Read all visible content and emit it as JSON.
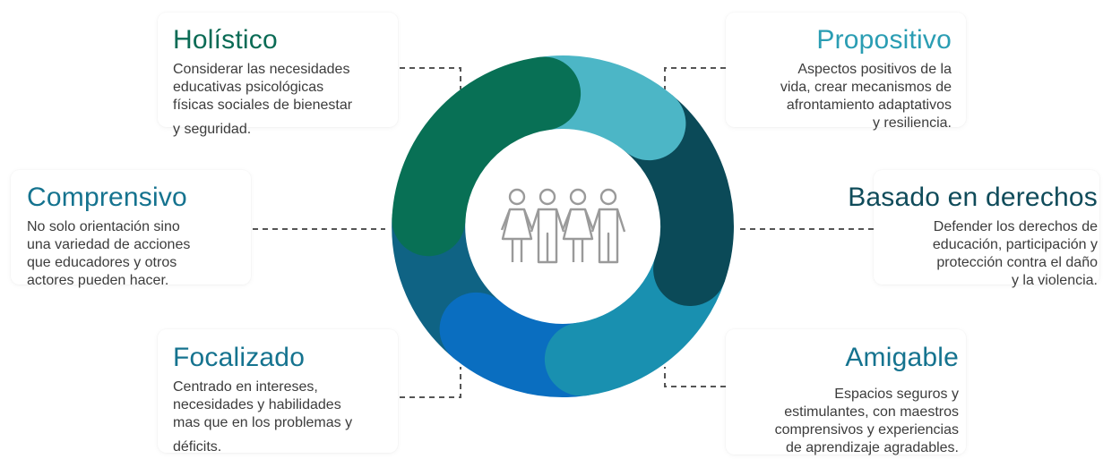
{
  "center_icon": "group-of-people-icon",
  "colors": {
    "holistico": "#087055",
    "propositivo": "#4cb6c6",
    "basado": "#0b4a58",
    "amigable": "#1990b0",
    "focalizado": "#0a6ec0",
    "comprensivo": "#0f6384",
    "title_blue": "#15738f"
  },
  "items": {
    "holistico": {
      "title": "Holístico",
      "lines": [
        "Considerar las necesidades",
        "educativas psicológicas",
        "físicas sociales de bienestar",
        "y seguridad."
      ]
    },
    "propositivo": {
      "title": "Propositivo",
      "lines": [
        "Aspectos positivos de la",
        "vida, crear mecanismos de",
        "afrontamiento adaptativos",
        "y resiliencia."
      ]
    },
    "comprensivo": {
      "title": "Comprensivo",
      "lines": [
        "No solo orientación sino",
        "una variedad de acciones",
        "que educadores y otros",
        "actores pueden hacer."
      ]
    },
    "basado": {
      "title": "Basado en derechos",
      "lines": [
        "Defender los derechos de",
        "educación, participación y",
        "protección contra el daño",
        "y la violencia."
      ]
    },
    "focalizado": {
      "title": "Focalizado",
      "lines": [
        "Centrado en intereses,",
        "necesidades y habilidades",
        "mas que en los problemas y",
        "déficits."
      ]
    },
    "amigable": {
      "title": "Amigable",
      "lines": [
        "Espacios seguros y",
        "estimulantes, con maestros",
        "comprensivos y experiencias",
        "de aprendizaje agradables."
      ]
    }
  }
}
